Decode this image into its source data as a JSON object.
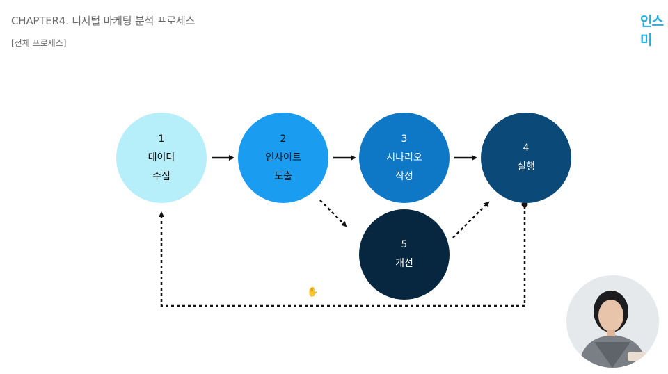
{
  "header": {
    "chapter_title": "CHAPTER4. 디지털 마케팅 분석 프로세스",
    "section_label": "[전체 프로세스]",
    "logo_text": "인스미"
  },
  "nodes": [
    {
      "id": "data-collection",
      "number": "1",
      "line1": "데이터",
      "line2": "수집",
      "fill": "#b6eefa",
      "text_color": "#111111"
    },
    {
      "id": "insight",
      "number": "2",
      "line1": "인사이트",
      "line2": "도출",
      "fill": "#1a9df0",
      "text_color": "#111111"
    },
    {
      "id": "scenario",
      "number": "3",
      "line1": "시나리오",
      "line2": "작성",
      "fill": "#0f78c6",
      "text_color": "#ffffff"
    },
    {
      "id": "execution",
      "number": "4",
      "line1": "실행",
      "line2": "",
      "fill": "#0b4a78",
      "text_color": "#ffffff"
    },
    {
      "id": "improvement",
      "number": "5",
      "line1": "개선",
      "line2": "",
      "fill": "#072740",
      "text_color": "#ffffff"
    }
  ],
  "connectors": {
    "solid": [
      [
        "data-collection",
        "insight"
      ],
      [
        "insight",
        "scenario"
      ],
      [
        "scenario",
        "execution"
      ]
    ],
    "dashed": [
      [
        "insight",
        "improvement"
      ],
      [
        "improvement",
        "execution"
      ],
      [
        "execution",
        "data-collection"
      ]
    ]
  },
  "icons": {
    "cursor": "hand-cursor-icon"
  }
}
